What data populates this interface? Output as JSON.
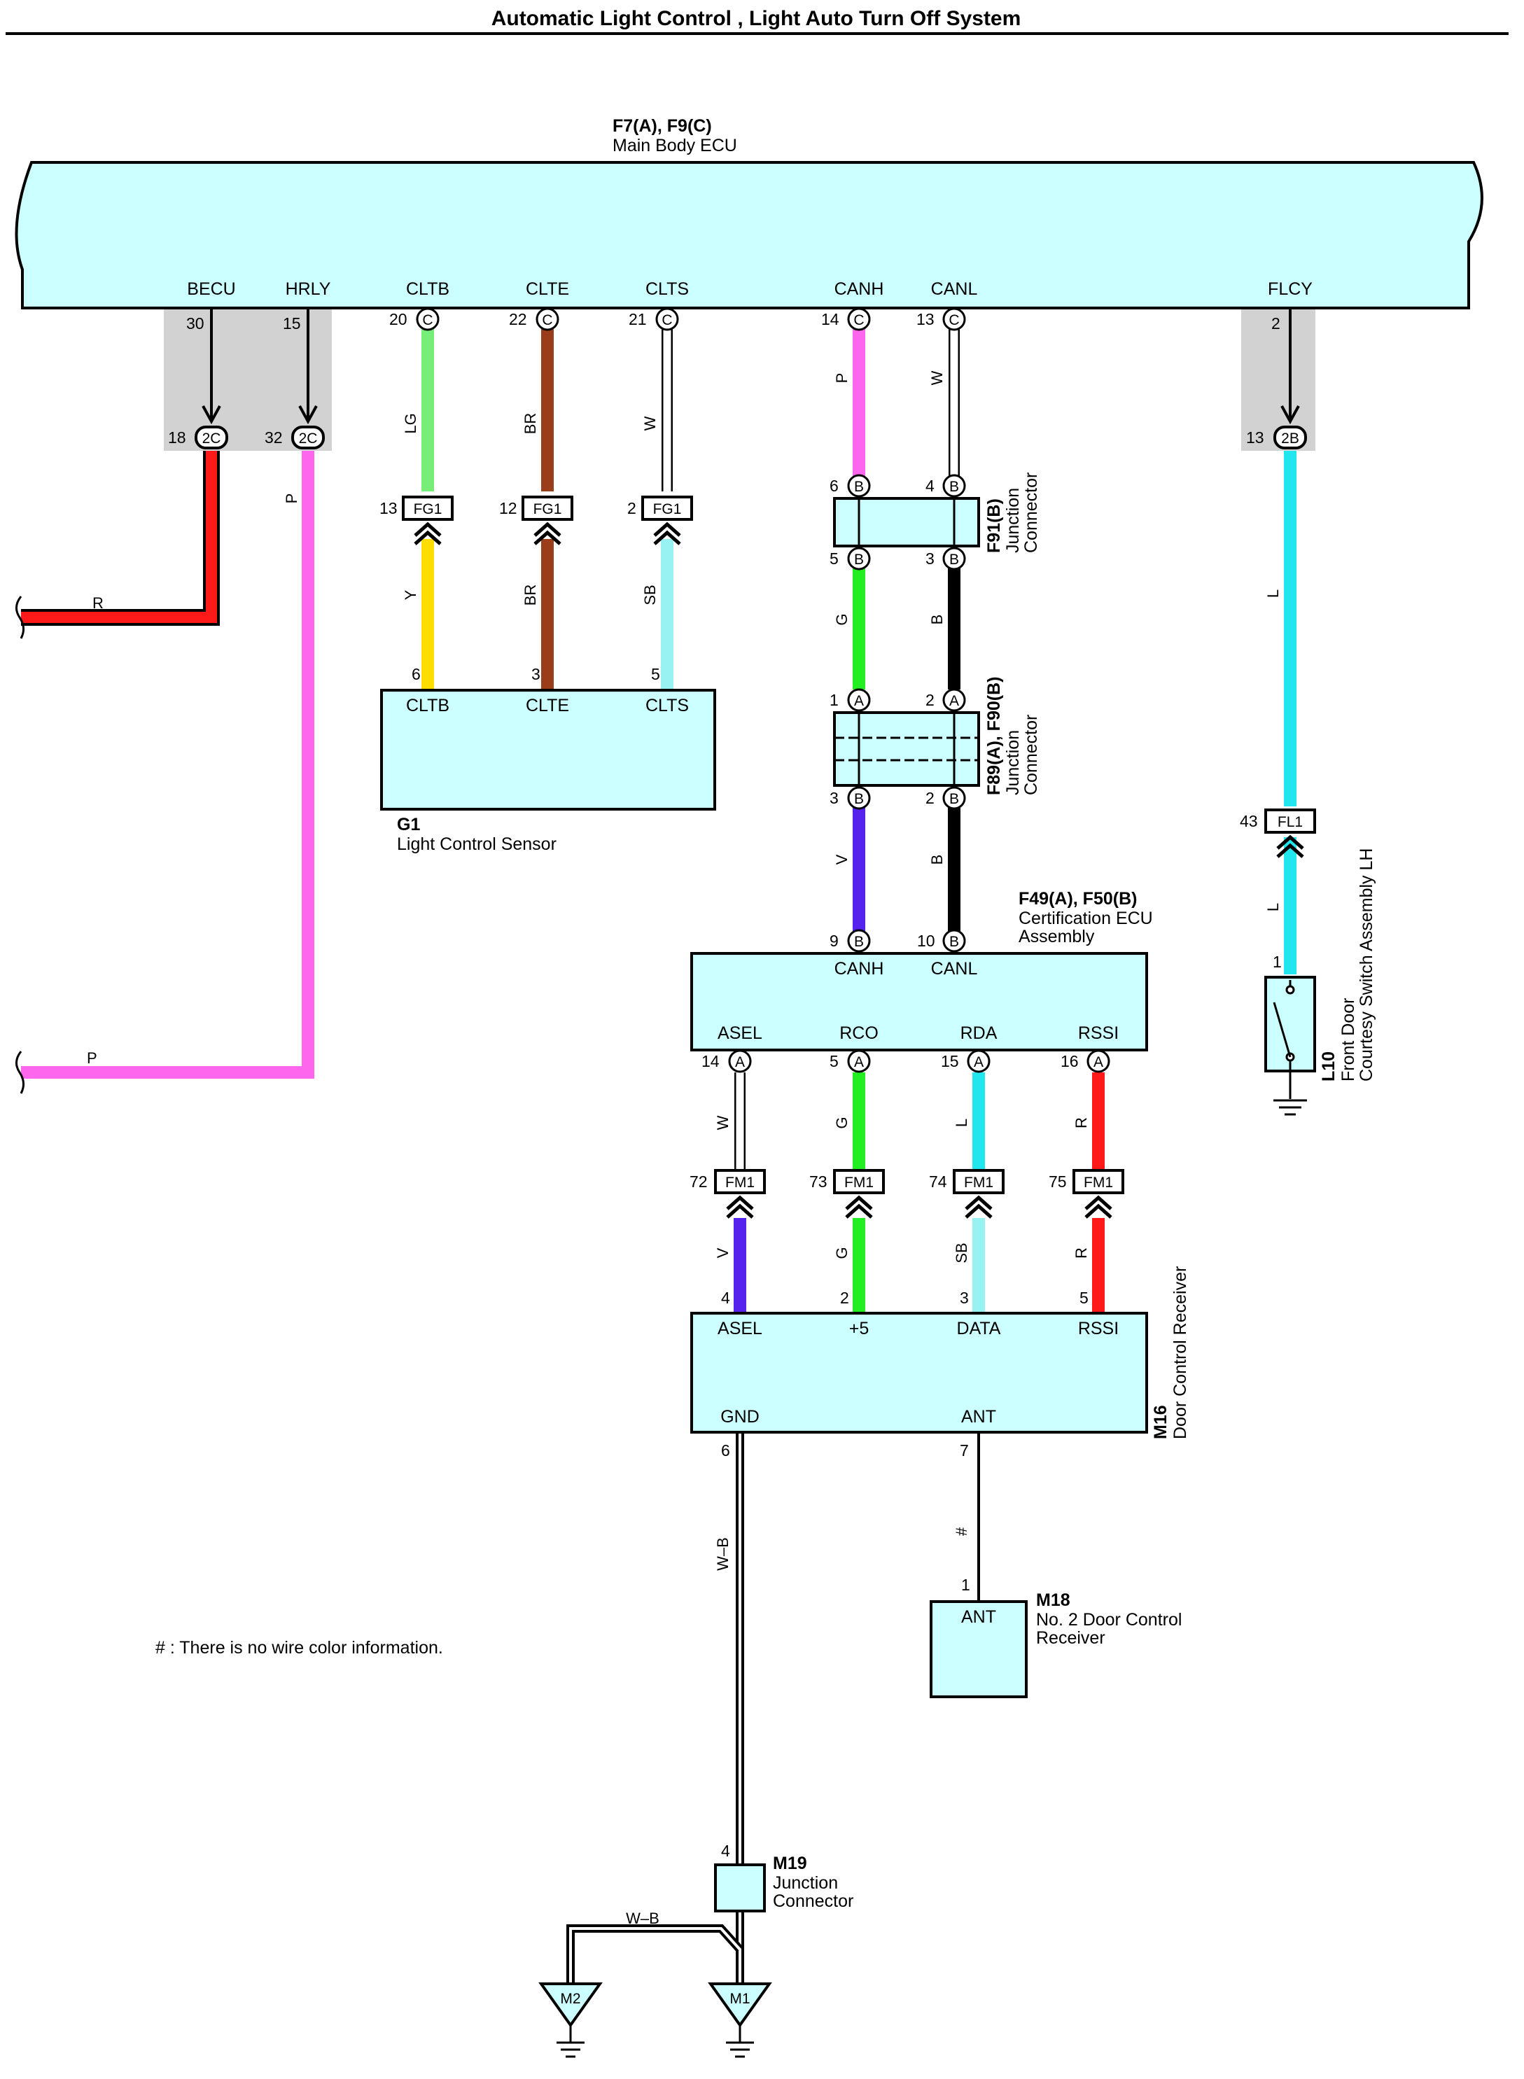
{
  "title": "Automatic Light Control , Light Auto Turn Off System",
  "main_ecu": {
    "code": "F7(A), F9(C)",
    "name": "Main Body ECU",
    "pins": [
      {
        "label": "BECU",
        "num": "30"
      },
      {
        "label": "HRLY",
        "num": "15"
      },
      {
        "label": "CLTB",
        "num": "20",
        "conn": "C"
      },
      {
        "label": "CLTE",
        "num": "22",
        "conn": "C"
      },
      {
        "label": "CLTS",
        "num": "21",
        "conn": "C"
      },
      {
        "label": "CANH",
        "num": "14",
        "conn": "C"
      },
      {
        "label": "CANL",
        "num": "13",
        "conn": "C"
      },
      {
        "label": "FLCY",
        "num": "2"
      }
    ]
  },
  "connectors_2c": [
    {
      "num": "18",
      "code": "2C"
    },
    {
      "num": "32",
      "code": "2C"
    }
  ],
  "connector_2b": {
    "num": "13",
    "code": "2B"
  },
  "fg1": [
    {
      "num": "13",
      "code": "FG1"
    },
    {
      "num": "12",
      "code": "FG1"
    },
    {
      "num": "2",
      "code": "FG1"
    }
  ],
  "wire_colors": {
    "becu_out": "R",
    "hrly_out": "P",
    "cltb_top": "LG",
    "clte_top": "BR",
    "clts_top": "W",
    "cltb_bot": "Y",
    "clte_bot": "BR",
    "clts_bot": "SB",
    "canh_top": "P",
    "canl_top": "W",
    "canh_mid": "G",
    "canl_mid": "B",
    "canh_bot": "V",
    "canl_bot": "B",
    "flcy_top": "L",
    "flcy_bot": "L",
    "asel_top": "W",
    "rco_top": "G",
    "rda_top": "L",
    "rssi_top": "R",
    "asel_bot": "V",
    "rco_bot": "G",
    "rda_bot": "SB",
    "rssi_bot": "R",
    "gnd": "W–B",
    "gnd_branch": "W–B",
    "ant": "#"
  },
  "colors": {
    "R": "#ff1a1a",
    "P": "#ff66ee",
    "LG": "#77ee77",
    "BR": "#993d1a",
    "W": "#ffffff",
    "Y": "#ffdd00",
    "SB": "#99f2f2",
    "G": "#22ee22",
    "B": "#000000",
    "V": "#5522ee",
    "L": "#22e6ee"
  },
  "g1": {
    "code": "G1",
    "name": "Light Control Sensor",
    "pins": [
      {
        "label": "CLTB",
        "num": "6"
      },
      {
        "label": "CLTE",
        "num": "3"
      },
      {
        "label": "CLTS",
        "num": "5"
      }
    ]
  },
  "f91": {
    "code": "F91(B)",
    "line1": "Junction",
    "line2": "Connector",
    "pins_top": [
      {
        "num": "6",
        "conn": "B"
      },
      {
        "num": "4",
        "conn": "B"
      }
    ],
    "pins_bot": [
      {
        "num": "5",
        "conn": "B"
      },
      {
        "num": "3",
        "conn": "B"
      }
    ]
  },
  "f89": {
    "code": "F89(A), F90(B)",
    "line1": "Junction",
    "line2": "Connector",
    "pins_top": [
      {
        "num": "1",
        "conn": "A"
      },
      {
        "num": "2",
        "conn": "A"
      }
    ],
    "pins_bot": [
      {
        "num": "3",
        "conn": "B"
      },
      {
        "num": "2",
        "conn": "B"
      }
    ]
  },
  "cert_ecu": {
    "code": "F49(A), F50(B)",
    "line1": "Certification ECU",
    "line2": "Assembly",
    "pins_top": [
      {
        "label": "CANH",
        "num": "9",
        "conn": "B"
      },
      {
        "label": "CANL",
        "num": "10",
        "conn": "B"
      }
    ],
    "pins_bot": [
      {
        "label": "ASEL",
        "num": "14",
        "conn": "A"
      },
      {
        "label": "RCO",
        "num": "5",
        "conn": "A"
      },
      {
        "label": "RDA",
        "num": "15",
        "conn": "A"
      },
      {
        "label": "RSSI",
        "num": "16",
        "conn": "A"
      }
    ]
  },
  "fm1": [
    {
      "num": "72",
      "code": "FM1"
    },
    {
      "num": "73",
      "code": "FM1"
    },
    {
      "num": "74",
      "code": "FM1"
    },
    {
      "num": "75",
      "code": "FM1"
    }
  ],
  "fl1": {
    "num": "43",
    "code": "FL1"
  },
  "m16": {
    "code": "M16",
    "name": "Door Control Receiver",
    "pins_top": [
      {
        "label": "ASEL",
        "num": "4"
      },
      {
        "label": "+5",
        "num": "2"
      },
      {
        "label": "DATA",
        "num": "3"
      },
      {
        "label": "RSSI",
        "num": "5"
      }
    ],
    "pins_bot": [
      {
        "label": "GND",
        "num": "6"
      },
      {
        "label": "ANT",
        "num": "7"
      }
    ]
  },
  "m18": {
    "code": "M18",
    "line1": "No.  2 Door Control",
    "line2": "Receiver",
    "pin_label": "ANT",
    "pin_num": "1"
  },
  "m19": {
    "code": "M19",
    "line1": "Junction",
    "line2": "Connector",
    "pin_num": "4"
  },
  "l10": {
    "code": "L10",
    "line1": "Front Door",
    "line2": "Courtesy Switch Assembly LH",
    "pin_num": "1"
  },
  "grounds": [
    "M2",
    "M1"
  ],
  "note": "# : There is no wire color information."
}
